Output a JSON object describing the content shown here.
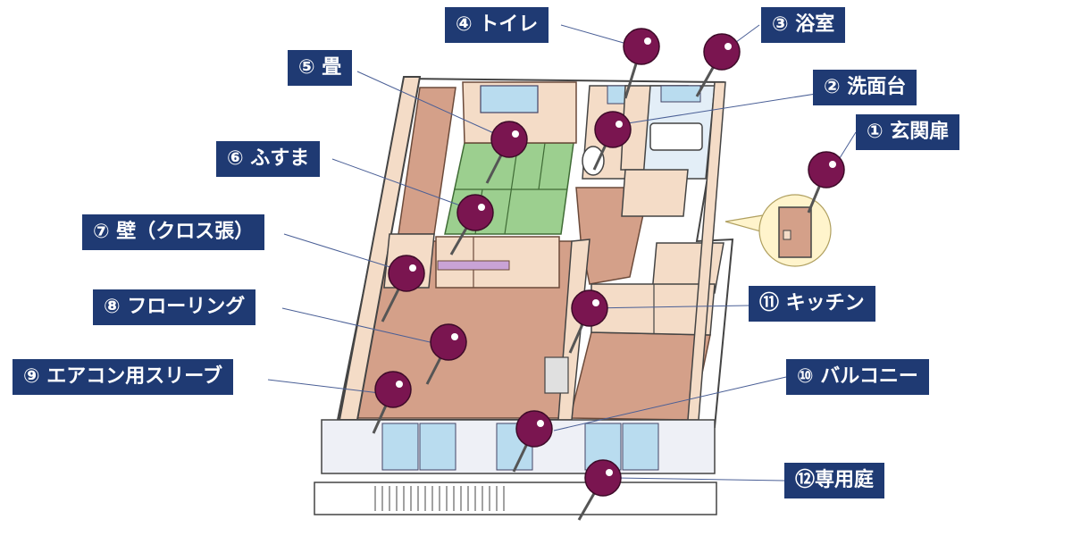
{
  "labels": [
    {
      "id": "1",
      "text": "① 玄関扉"
    },
    {
      "id": "2",
      "text": "② 洗面台"
    },
    {
      "id": "3",
      "text": "③ 浴室"
    },
    {
      "id": "4",
      "text": "④ トイレ"
    },
    {
      "id": "5",
      "text": "⑤ 畳"
    },
    {
      "id": "6",
      "text": "⑥ ふすま"
    },
    {
      "id": "7",
      "text": "⑦ 壁（クロス張）"
    },
    {
      "id": "8",
      "text": "⑧ フローリング"
    },
    {
      "id": "9",
      "text": "⑨ エアコン用スリーブ"
    },
    {
      "id": "10",
      "text": "⑩ バルコニー"
    },
    {
      "id": "11",
      "text": "⑪ キッチン"
    },
    {
      "id": "12",
      "text": "⑫専用庭"
    }
  ],
  "colors": {
    "label_bg": "#1f3a73",
    "pin": "#7a1550",
    "floor": "#d4a089",
    "tatami": "#9ccf8f",
    "wall": "#f4dcc7",
    "glass": "#b9dcef",
    "leader": "#4a5f96"
  }
}
